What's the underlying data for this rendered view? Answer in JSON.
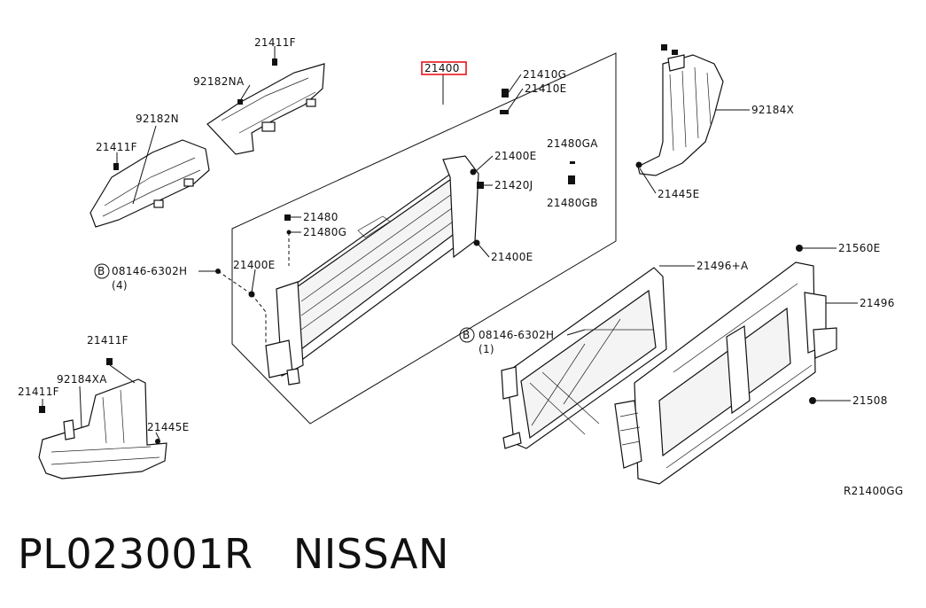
{
  "callouts": {
    "c21400": "21400",
    "c21411F_top": "21411F",
    "c92182NA": "92182NA",
    "c92182N": "92182N",
    "c21411F_left": "21411F",
    "c21410G": "21410G",
    "c21410E": "21410E",
    "c21480GA": "21480GA",
    "c21400E_a": "21400E",
    "c21420J": "21420J",
    "c21480GB": "21480GB",
    "c21480": "21480",
    "c21480G": "21480G",
    "c21400E_b": "21400E",
    "c21400E_c": "21400E",
    "c08146_left": "08146-6302H",
    "c4": "(4)",
    "c92184X": "92184X",
    "c21445E_top": "21445E",
    "c21560E": "21560E",
    "c21496A": "21496+A",
    "c21496": "21496",
    "c08146_mid": "08146-6302H",
    "c1": "(1)",
    "c21508": "21508",
    "c21411F_low": "21411F",
    "c92184XA": "92184XA",
    "c21411F_low2": "21411F",
    "c21445E_low": "21445E",
    "ref": "R21400GG",
    "circleB": "B"
  },
  "caption": {
    "part_number": "PL023001R",
    "brand": "NISSAN"
  },
  "highlight_color": "#e8141e"
}
